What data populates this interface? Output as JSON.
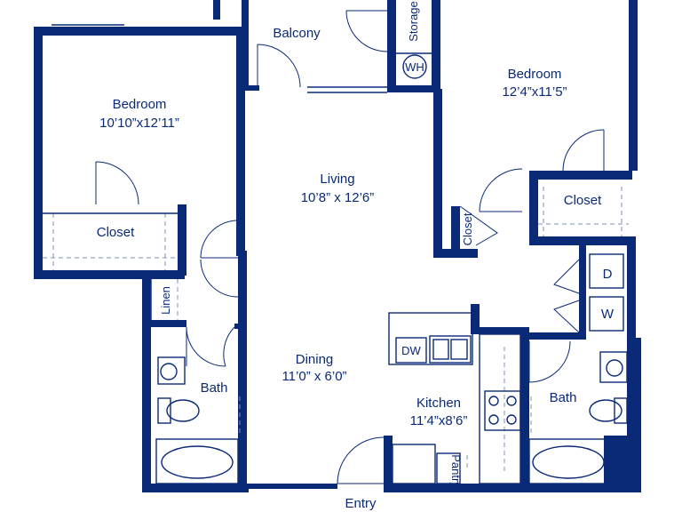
{
  "rooms": {
    "balcony": {
      "name": "Balcony"
    },
    "storage": {
      "name": "Storage"
    },
    "water_heater": {
      "name": "WH"
    },
    "bedroom_left": {
      "name": "Bedroom",
      "dims": "10’10”x12’11”"
    },
    "bedroom_right": {
      "name": "Bedroom",
      "dims": "12’4”x11’5”"
    },
    "living": {
      "name": "Living",
      "dims": "10’8” x 12’6”"
    },
    "closet_left": {
      "name": "Closet"
    },
    "closet_right": {
      "name": "Closet"
    },
    "closet_small": {
      "name": "Closet"
    },
    "linen": {
      "name": "Linen"
    },
    "dryer": {
      "name": "D"
    },
    "washer": {
      "name": "W"
    },
    "dining": {
      "name": "Dining",
      "dims": "11’0” x 6’0”"
    },
    "kitchen": {
      "name": "Kitchen",
      "dims": "11’4”x8’6”"
    },
    "dishwasher": {
      "name": "DW"
    },
    "pantry": {
      "name": "Pantry"
    },
    "bath_left": {
      "name": "Bath"
    },
    "bath_right": {
      "name": "Bath"
    },
    "entry": {
      "name": "Entry"
    }
  },
  "colors": {
    "wall": "#0a2a78",
    "background": "#ffffff"
  }
}
